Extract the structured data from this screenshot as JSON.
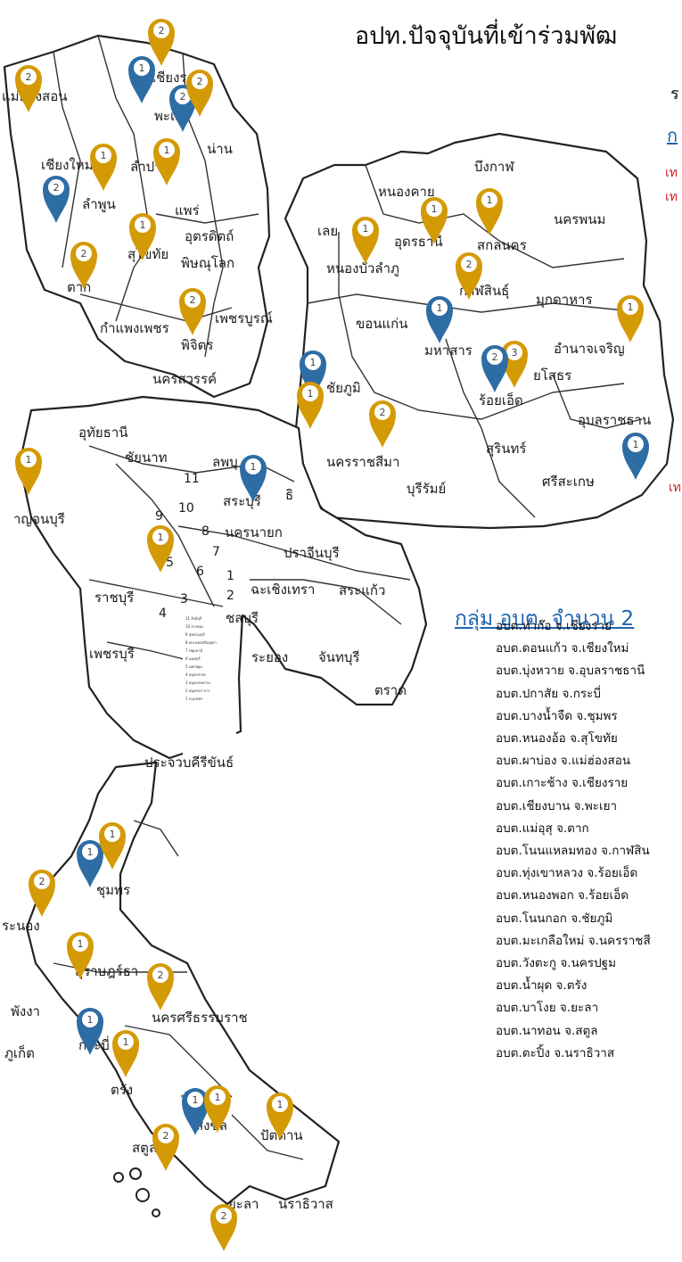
{
  "title": "อปท.ปัจจุบันที่เข้าร่วมพัฒ",
  "subtitle_r": "ร",
  "subtitle_g": "ก",
  "red_marks": [
    "เท",
    "เท",
    "เท"
  ],
  "colors": {
    "pin_gold": "#d49a06",
    "pin_blue": "#2e6da4",
    "link_blue": "#1f63b0",
    "red": "#d42020"
  },
  "provinces": {
    "maehongson": "แม่ฮ่องสอน",
    "chiangmai": "เชียงใหม่",
    "chiangrai": "เชียงร",
    "phayao": "พะเยา",
    "nan": "น่าน",
    "lampang": "ลำปา",
    "lamphun": "ลำพูน",
    "phrae": "แพร่",
    "uttaradit": "อุตรดิตถ์",
    "sukhothai": "สุโขทัย",
    "phitsanulok": "พิษณุโลก",
    "tak": "ตาก",
    "kamphaengphet": "กำแพงเพชร",
    "phetchabun": "เพชรบูรณ์",
    "phichit": "พิจิตร",
    "nakhonsawan": "นครสวรรค์",
    "buengkan": "บึงกาฬ",
    "nongkhai": "หนองคาย",
    "loei": "เลย",
    "udonthani": "อุดรธานี",
    "sakonnakhon": "สกลนคร",
    "nakhonphanom": "นครพนม",
    "nongbualamphu": "หนองบัวลำภู",
    "kalasin": "กาฬสินธุ์",
    "mukdahan": "มุกดาหาร",
    "khonkaen": "ขอนแก่น",
    "mahasarakham": "มหาสาร",
    "amnatcharoen": "อำนาจเจริญ",
    "yasothon": "ยโสธร",
    "chaiyaphum": "ชัยภูมิ",
    "roiet": "ร้อยเอ็ด",
    "ubon": "อุบลราชธาน",
    "nakhonratchasima": "นครราชสีมา",
    "surin": "สุรินทร์",
    "sisaket": "ศรีสะเกษ",
    "buriram": "บุรีรัมย์",
    "uthaithani": "อุทัยธานี",
    "chainat": "ชัยนาท",
    "lopburi": "ลพบุ",
    "saraburi": "สระบุรี",
    "kanchanaburi": "าญจนบุรี",
    "nakhonnayok": "นครนายก",
    "prachinburi": "ปราจีนบุรี",
    "ratchaburi": "ราชบุรี",
    "chachoengsao": "ฉะเชิงเทรา",
    "sakaeo": "สระแก้ว",
    "chonburi": "ชลบุรี",
    "phetchaburi": "เพชรบุรี",
    "rayong": "ระยอง",
    "chanthaburi": "จันทบุรี",
    "trat": "ตราด",
    "prachuap": "ประจวบคีรีขันธ์",
    "chumphon": "ชุมพร",
    "ranong": "ระนอง",
    "suratthani": "สุราษฎร์ธา",
    "phangnga": "พังงา",
    "nakhonsithammarat": "นครศรีธรรมราช",
    "phuket": "ภูเก็ต",
    "krabi": "กระบี่",
    "trang": "ตรัง",
    "phatthalung": "พัทลุ",
    "songkhla": "สงขล",
    "satun": "สตูล",
    "pattani": "ปัตตาน",
    "yala": "ยะลา",
    "narathiwat": "นราธิวาส",
    "si": "ธิ"
  },
  "central_numbers": [
    "11",
    "10",
    "9",
    "8",
    "7",
    "6",
    "5",
    "4",
    "3",
    "2",
    "1"
  ],
  "legend_tiny": [
    "11 สิงห์บุรี",
    "10 อ่างทอง",
    "9 สุพรรณบุรี",
    "8 พระนครศรีอยุธยา",
    "7 ปทุมธานี",
    "6 นนทบุรี",
    "5 นครปฐม",
    "4 สมุทรสาคร",
    "3 สมุทรสงคราม",
    "2 สมุทรปราการ",
    "1 กรุงเทพฯ"
  ],
  "pins": [
    {
      "n": "2",
      "c": "gold"
    },
    {
      "n": "2",
      "c": "gold"
    },
    {
      "n": "1",
      "c": "blue"
    },
    {
      "n": "2",
      "c": "blue"
    },
    {
      "n": "2",
      "c": "gold"
    },
    {
      "n": "1",
      "c": "gold"
    },
    {
      "n": "1",
      "c": "gold"
    },
    {
      "n": "2",
      "c": "blue"
    },
    {
      "n": "1",
      "c": "gold"
    },
    {
      "n": "2",
      "c": "gold"
    },
    {
      "n": "2",
      "c": "gold"
    },
    {
      "n": "1",
      "c": "gold"
    },
    {
      "n": "1",
      "c": "gold"
    },
    {
      "n": "1",
      "c": "gold"
    },
    {
      "n": "2",
      "c": "gold"
    },
    {
      "n": "1",
      "c": "blue"
    },
    {
      "n": "3",
      "c": "gold"
    },
    {
      "n": "2",
      "c": "blue"
    },
    {
      "n": "1",
      "c": "gold"
    },
    {
      "n": "1",
      "c": "blue"
    },
    {
      "n": "1",
      "c": "gold"
    },
    {
      "n": "2",
      "c": "gold"
    },
    {
      "n": "1",
      "c": "blue"
    },
    {
      "n": "1",
      "c": "gold"
    },
    {
      "n": "1",
      "c": "blue"
    },
    {
      "n": "1",
      "c": "gold"
    },
    {
      "n": "1",
      "c": "blue"
    },
    {
      "n": "1",
      "c": "gold"
    },
    {
      "n": "2",
      "c": "gold"
    },
    {
      "n": "1",
      "c": "gold"
    },
    {
      "n": "2",
      "c": "gold"
    },
    {
      "n": "1",
      "c": "blue"
    },
    {
      "n": "1",
      "c": "gold"
    },
    {
      "n": "1",
      "c": "blue"
    },
    {
      "n": "1",
      "c": "gold"
    },
    {
      "n": "2",
      "c": "gold"
    },
    {
      "n": "1",
      "c": "gold"
    },
    {
      "n": "2",
      "c": "gold"
    }
  ],
  "group_heading": "กลุ่ม อบต. จำนวน 2",
  "tao_list": [
    "อบต.ท่าก๊อ จ.เชียงราย",
    "อบต.ดอนแก้ว จ.เชียงใหม่",
    "อบต.บุ่งหวาย จ.อุบลราชธานี",
    "อบต.ปกาสัย จ.กระบี่",
    "อบต.บางน้ำจืด จ.ชุมพร",
    "อบต.หนองอ้อ จ.สุโขทัย",
    "อบต.ผาบ่อง จ.แม่ฮ่องสอน",
    "อบต.เกาะช้าง จ.เชียงราย",
    "อบต.เชียงบาน จ.พะเยา",
    "อบต.แม่อุสุ จ.ตาก",
    "อบต.โนนแหลมทอง จ.กาฬสิน",
    "อบต.ทุ่งเขาหลวง จ.ร้อยเอ็ด",
    "อบต.หนองพอก จ.ร้อยเอ็ด",
    "อบต.โนนกอก จ.ชัยภูมิ",
    "อบต.มะเกลือใหม่ จ.นครราชสี",
    "อบต.วังตะกู จ.นครปฐม",
    "อบต.น้ำผุด จ.ตรัง",
    "อบต.บาโงย จ.ยะลา",
    "อบต.นาทอน จ.สตูล",
    "อบต.ตะปิ้ง จ.นราธิวาส"
  ]
}
